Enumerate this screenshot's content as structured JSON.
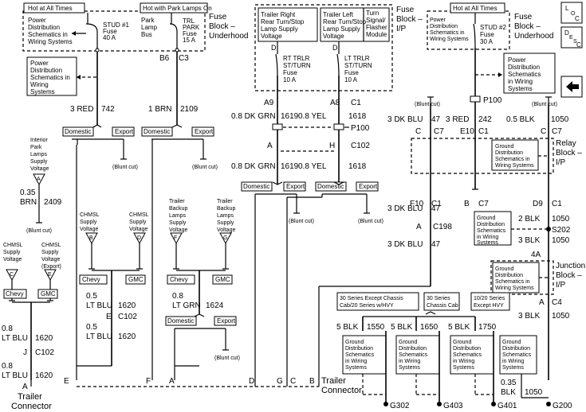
{
  "legend": {
    "loc": "L\nO\nC",
    "desc": "D\nE\nS\nC",
    "loc_label": "LOC",
    "desc_label": "DESC"
  },
  "fuse_block_underhood_left": {
    "title": "Fuse Block – Underhood",
    "hot_all_times": "Hot at All Times",
    "hot_park_lamps": "Hot with Park Lamps On",
    "pd_schematics": "Power Distribution Schematics in Wiring Systems",
    "stud": "STUD #1",
    "stud_fuse": "Fuse",
    "stud_amp": "40 A",
    "park_bus": "Park Lamp Bus",
    "trl_park": "TRL PARK",
    "trl_fuse": "Fuse",
    "trl_amp": "15 A",
    "pin_b6": "B6",
    "pin_c3": "C3"
  },
  "pd_left": "Power Distribution Schematics in Wiring Systems",
  "fuse_block_ip": {
    "title": "Fuse Block – I/P",
    "right_feed": "Trailer Right Rear Turn/Stop Lamp Supply Voltage",
    "left_feed": "Trailer Left Rear Turn/Stop Lamp Supply Voltage",
    "turn_module": "Turn Signal/ Flasher Module",
    "rt_fuse": "RT TRLR ST/TURN Fuse 10 A",
    "lt_fuse": "LT TRLR ST/TURN Fuse 10 A",
    "pin_a9": "A9",
    "pin_a8": "A8",
    "pin_c1": "C1",
    "pin_d": "D",
    "pin_d2": "D"
  },
  "fuse_block_underhood_right": {
    "title": "Fuse Block – Underhood",
    "hot_all_times": "Hot at All Times",
    "pd_schematics": "Power Distribution Schematics in Wiring Systems",
    "stud": "STUD #2",
    "stud_fuse": "Fuse",
    "stud_amp": "30 A"
  },
  "pd_right": "Power Distribution Schematics in Wiring Systems",
  "wires": {
    "w742": "3 RED",
    "w742_num": "742",
    "w2109": "1 BRN",
    "w2109_num": "2109",
    "w1619a": "0.8 DK GRN",
    "w1619a_num": "1619",
    "w1618a": "0.8 YEL",
    "w1618a_num": "1618",
    "w1619b": "0.8 DK GRN",
    "w1619b_num": "1619",
    "w1618b": "0.8 YEL",
    "w1618b_num": "1618",
    "w47a": "3 DK BLU",
    "w47a_num": "47",
    "w242": "3 RED",
    "w242_num": "242",
    "w1050a": "0.5 BLK",
    "w1050a_num": "1050",
    "w47b": "3 DK BLU",
    "w47b_num": "47",
    "w47c": "3 DK BLU",
    "w47c_num": "47",
    "w1050b": "2 BLK",
    "w1050b_num": "1050",
    "w1050c": "3 BLK",
    "w1050c_num": "1050",
    "w1050d": "3 BLK",
    "w1050d_num": "1050",
    "w2409a": "0.35",
    "w2409b": "BRN",
    "w2409_num": "2409",
    "w1620a": "0.5",
    "w1620a2": "LT BLU",
    "w1620a_num": "1620",
    "w1620b": "0.5",
    "w1620b2": "LT BLU",
    "w1620b_num": "1620",
    "w1624a": "0.8",
    "w1624a2": "LT GRN",
    "w1624_num": "1624",
    "w1620c": "0.8",
    "w1620c2": "LT BLU",
    "w1620c_num": "1620",
    "w1620d": "0.8",
    "w1620d2": "LT BLU",
    "w1620d_num": "1620",
    "w1550": "5 BLK",
    "w1550_num": "1550",
    "w1650": "5 BLK",
    "w1650_num": "1650",
    "w1750": "5 BLK",
    "w1750_num": "1750",
    "w1050e": "0.35",
    "w1050e2": "BLK",
    "w1050e_num": "1050"
  },
  "connectors": {
    "p100a": "P100",
    "p100b": "P100",
    "c102": "C102",
    "c102b": "C102",
    "c102c": "C102",
    "pin_a": "A",
    "pin_h": "H",
    "c7a": "C7",
    "c7b": "C7",
    "c1a": "C1",
    "c1b": "C1",
    "c1c": "C1",
    "pin_c": "C",
    "pin_e10": "E10",
    "pin_f10": "F10",
    "pin_b": "B",
    "pin_d9": "D9",
    "pin_a2": "A",
    "c198": "C198",
    "s202": "S202",
    "pin_4a": "4A",
    "c4": "C4",
    "pin_a3": "A",
    "pin_e": "E",
    "pin_j": "J",
    "pin_a4": "A",
    "trailer_connector": "Trailer Connector",
    "trailer_connector2": "Trailer Connector",
    "tc_pins": [
      "E",
      "F",
      "A",
      "D",
      "G",
      "C",
      "B"
    ]
  },
  "blocks": {
    "relay_block": "Relay Block – I/P",
    "junction_block": "Junction Block – I/P",
    "ground_dist_relay": "Ground Distribution Schematics in Wiring Systems",
    "ground_dist_s202": "Ground Distribution Schematics in Wiring Systems",
    "ground_dist_junction": "Ground Distribution Schematics in Wiring Systems"
  },
  "options": {
    "domestic": "Domestic",
    "export": "Export",
    "chevy": "Chevy",
    "gmc": "GMC",
    "blunt_cut": "(Blunt cut)"
  },
  "voltage_labels": {
    "interior_park": "Interior Park Lamps Supply Voltage",
    "chmsl_supply_1": "CHMSL Supply Voltage",
    "chmsl_supply_2": "CHMSL Supply Voltage",
    "trailer_backup_1": "Trailer Backup Lamps Supply Voltage",
    "trailer_backup_2": "Trailer Backup Lamps Supply Voltage",
    "chmsl_supply_3": "CHMSL Supply Voltage",
    "chmsl_export": "CHMSL Supply Voltage (Export)",
    "tri_a": "A",
    "tri_b": "B",
    "tri_d": "D",
    "tri_f": "F",
    "tri_g": "G",
    "tri_c": "C",
    "tri_e": "E"
  },
  "series_options": {
    "s30_except": "30 Series Except Chassis Cab/20 Series w/HVY",
    "s30_chassis": "30 Series Chassis Cab",
    "s10_20": "10/20 Series Except HVY"
  },
  "grounds": {
    "gd1": "Ground Distribution Schematics in Wiring Systems",
    "gd2": "Ground Distribution Schematics in Wiring Systems",
    "gd3": "Ground Distribution Schematics in Wiring Systems",
    "gd4": "Ground Distribution Schematics in Wiring Systems",
    "g302": "G302",
    "g403": "G403",
    "g401": "G401",
    "g200": "G200"
  }
}
